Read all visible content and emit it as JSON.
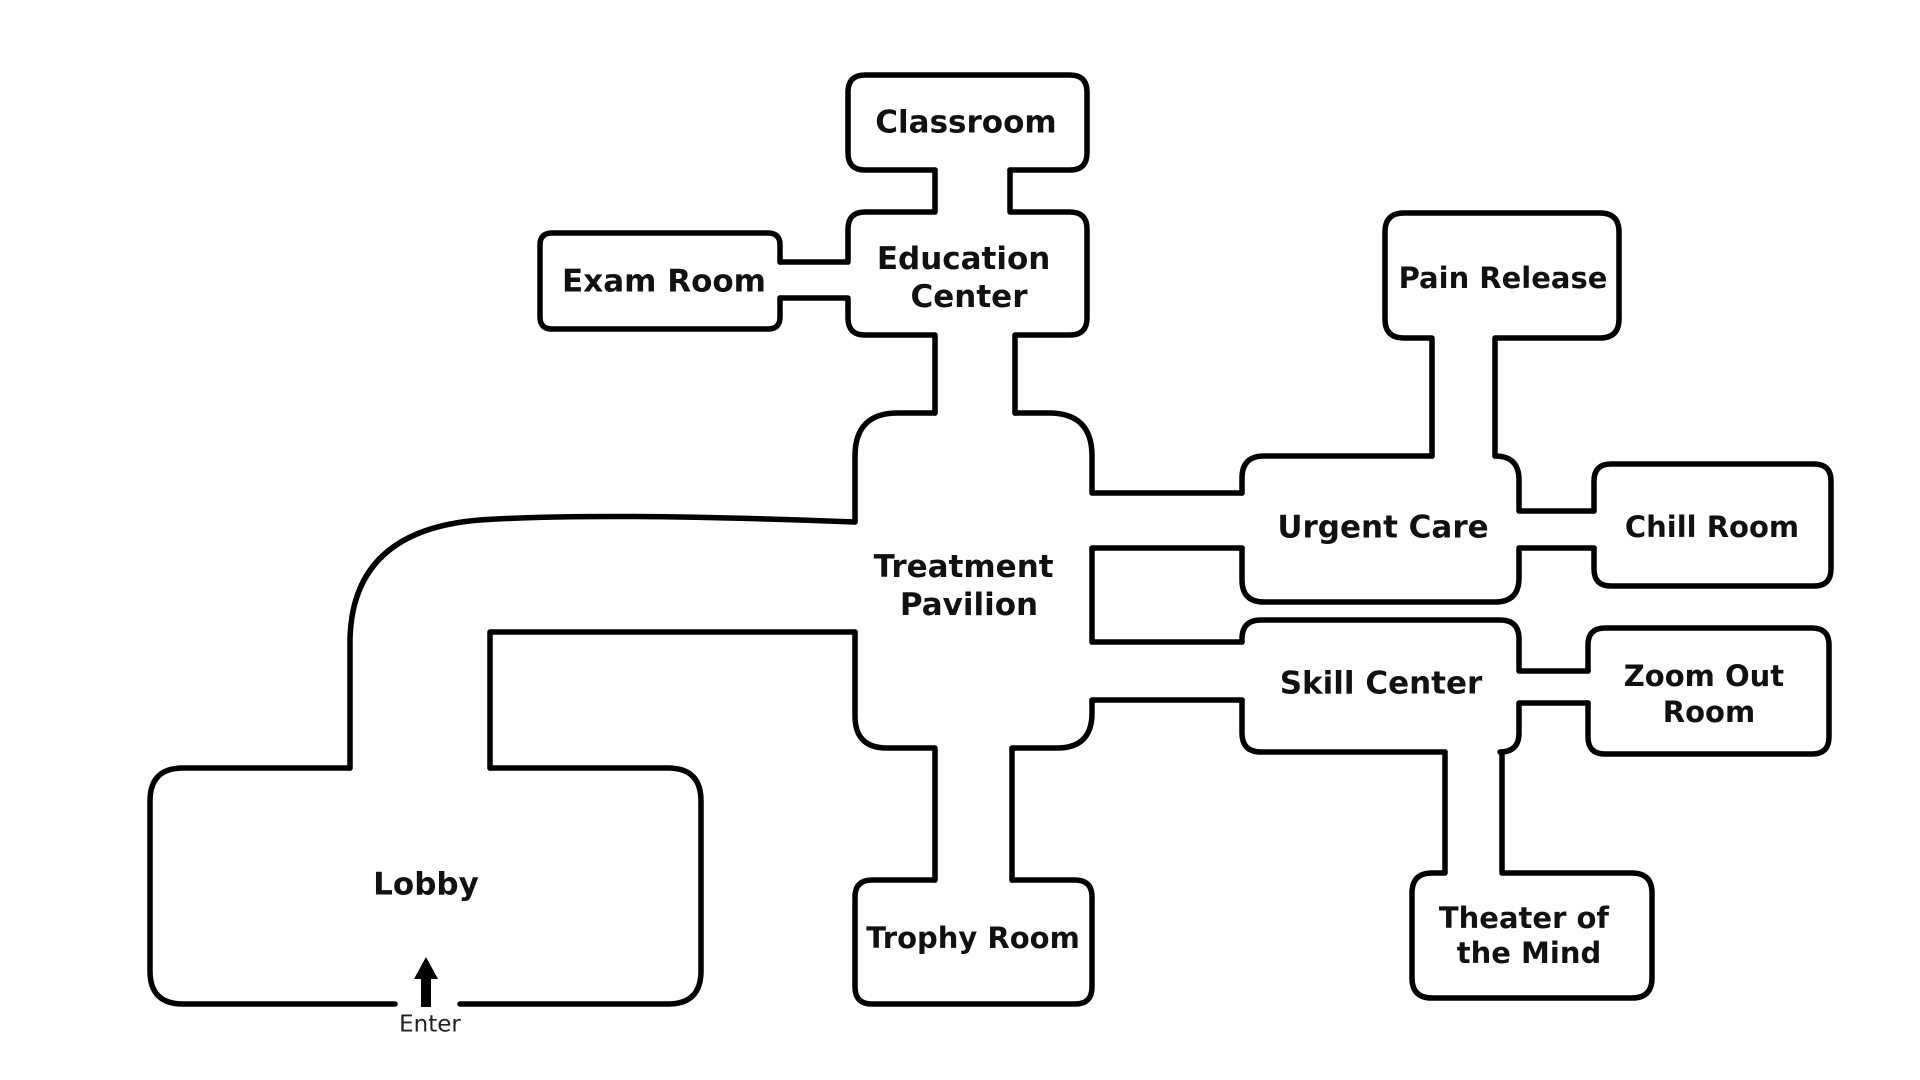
{
  "rooms": {
    "classroom": "Classroom",
    "exam_room": "Exam Room",
    "education_center": [
      "Education",
      "Center"
    ],
    "pain_release": "Pain Release",
    "treatment_pavilion": [
      "Treatment",
      "Pavilion"
    ],
    "urgent_care": "Urgent Care",
    "chill_room": "Chill Room",
    "skill_center": "Skill Center",
    "zoom_out_room": [
      "Zoom Out",
      "Room"
    ],
    "lobby": "Lobby",
    "trophy_room": "Trophy Room",
    "theater_of_the_mind": [
      "Theater of",
      "the Mind"
    ]
  },
  "entrance": {
    "label": "Enter",
    "icon": "up-arrow-icon"
  },
  "colors": {
    "line": "#000000",
    "background": "#ffffff"
  }
}
